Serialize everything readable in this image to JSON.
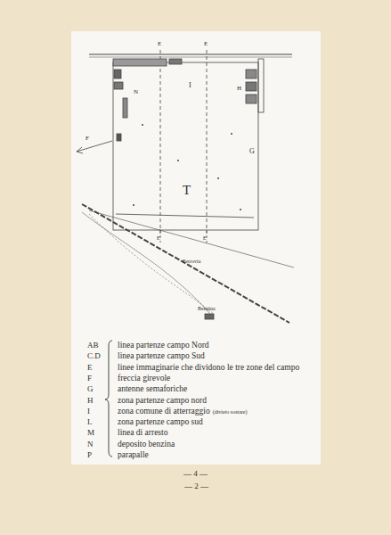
{
  "diagram": {
    "labels": [
      "E",
      "E",
      "I",
      "H",
      "G",
      "F",
      "N",
      "T",
      "E",
      "E",
      "Ferrovia",
      "Benzina",
      "AB",
      "C.D",
      "E",
      "F",
      "G",
      "H",
      "I",
      "L",
      "M",
      "N",
      "P",
      "linea partenze campo Nord",
      "linea partenze campo Sud",
      "linee immaginarie che dividono le tre zone del campo",
      "freccia girevole",
      "antenne semaforiche",
      "zona partenze campo nord",
      "zona comune di atterraggio",
      "(divieto sostare)",
      "zona partenze campo sud",
      "linea di arresto",
      "deposito benzina",
      "parapalle",
      "— 4 —",
      "— 2 —"
    ]
  }
}
